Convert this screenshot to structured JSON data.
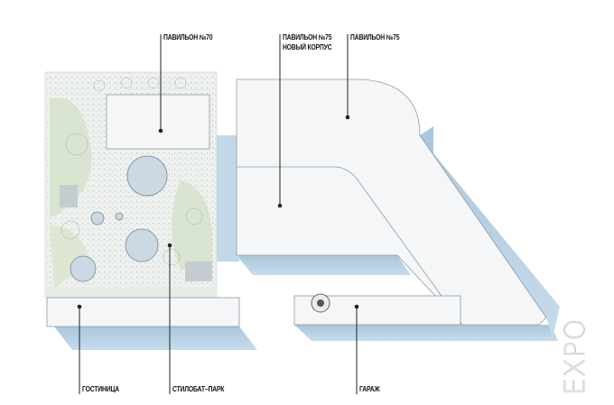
{
  "labels": {
    "pavilion70": "ПАВИЛЬОН №70",
    "pavilion75_new_1": "ПАВИЛЬОН №75",
    "pavilion75_new_2": "НОВЫЙ КОРПУС",
    "pavilion75": "ПАВИЛЬОН №75",
    "hotel": "ГОСТИНИЦА",
    "stylobate_park": "СТИЛОБАТ–ПАРК",
    "garage": "ГАРАЖ"
  },
  "watermark": "EXPO",
  "colors": {
    "shadow": "#b7d1e4",
    "building": "#f4f6f8",
    "park": "#dfe6dc",
    "leader": "#222222"
  }
}
